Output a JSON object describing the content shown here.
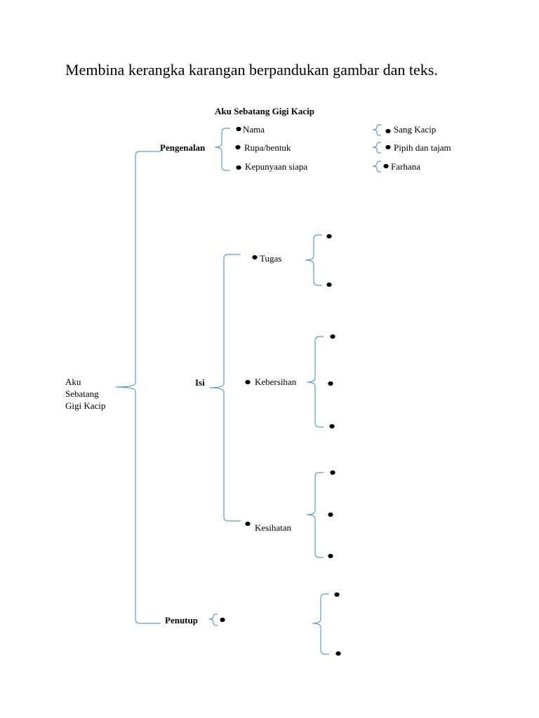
{
  "heading": "Membina kerangka karangan berpandukan gambar dan teks.",
  "outline": {
    "title": "Aku Sebatang Gigi Kacip",
    "root": [
      "Aku",
      "Sebatang",
      "Gigi Kacip"
    ],
    "pengenalan": {
      "label": "Pengenalan",
      "items": [
        "Nama",
        "Rupa/bentuk",
        "Kepunyaan siapa"
      ],
      "answers": [
        "Sang Kacip",
        "Pipih dan tajam",
        "Farhana"
      ]
    },
    "isi": {
      "label": "Isi",
      "points": [
        "Tugas",
        "Kebersihan",
        "Kesihatan"
      ]
    },
    "penutup": {
      "label": "Penutup"
    }
  },
  "colors": {
    "brace": "#5b9bd5",
    "bullet": "#000000",
    "text": "#000000"
  }
}
